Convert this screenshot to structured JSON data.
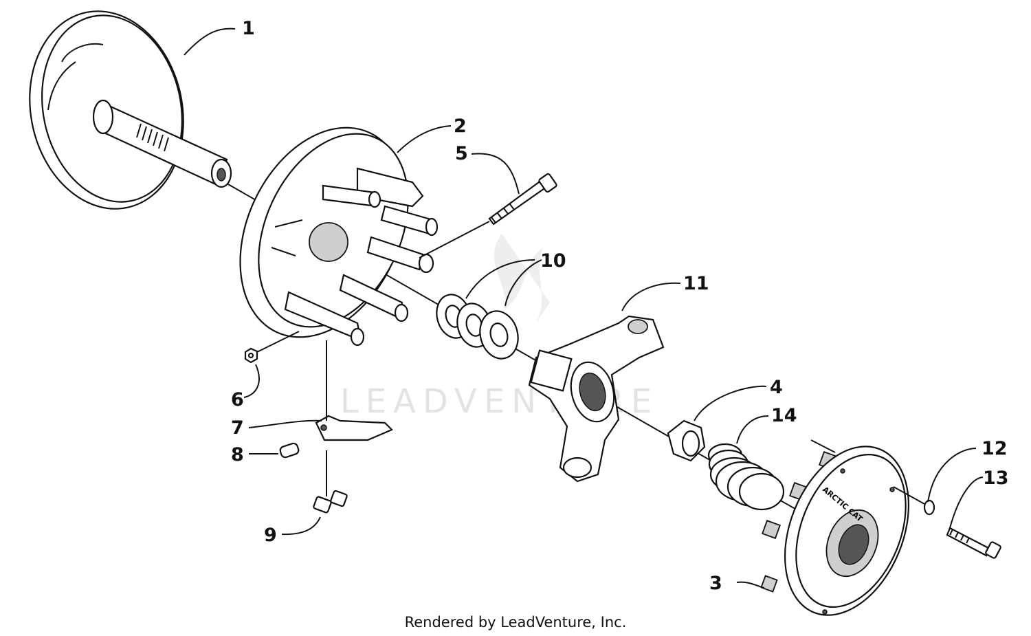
{
  "diagram": {
    "callouts": [
      "1",
      "2",
      "3",
      "4",
      "5",
      "6",
      "7",
      "8",
      "9",
      "10",
      "11",
      "12",
      "13",
      "14"
    ],
    "watermark": "LEADVENTURE",
    "hub_text": "ARCTIC CAT",
    "footer": "Rendered by LeadVenture, Inc."
  }
}
